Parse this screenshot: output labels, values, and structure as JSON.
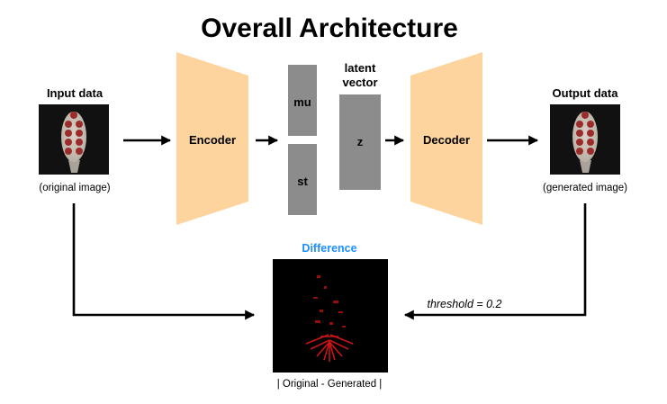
{
  "title": "Overall Architecture",
  "input": {
    "label": "Input data",
    "caption": "(original image)"
  },
  "encoder": {
    "label": "Encoder"
  },
  "latent": {
    "mu_label": "mu",
    "st_label": "st",
    "vector_label_line1": "latent",
    "vector_label_line2": "vector",
    "z_label": "z"
  },
  "decoder": {
    "label": "Decoder"
  },
  "output": {
    "label": "Output data",
    "caption": "(generated image)"
  },
  "difference": {
    "label": "Difference",
    "caption": "| Original - Generated |",
    "threshold": "threshold = 0.2"
  },
  "colors": {
    "trapezoid": "#FDD49E",
    "latent_box": "#8C8C8C",
    "difference_label": "#1E90FF",
    "arrow": "#000000",
    "image_background": "#111111",
    "difference_highlight": "#E01010"
  }
}
